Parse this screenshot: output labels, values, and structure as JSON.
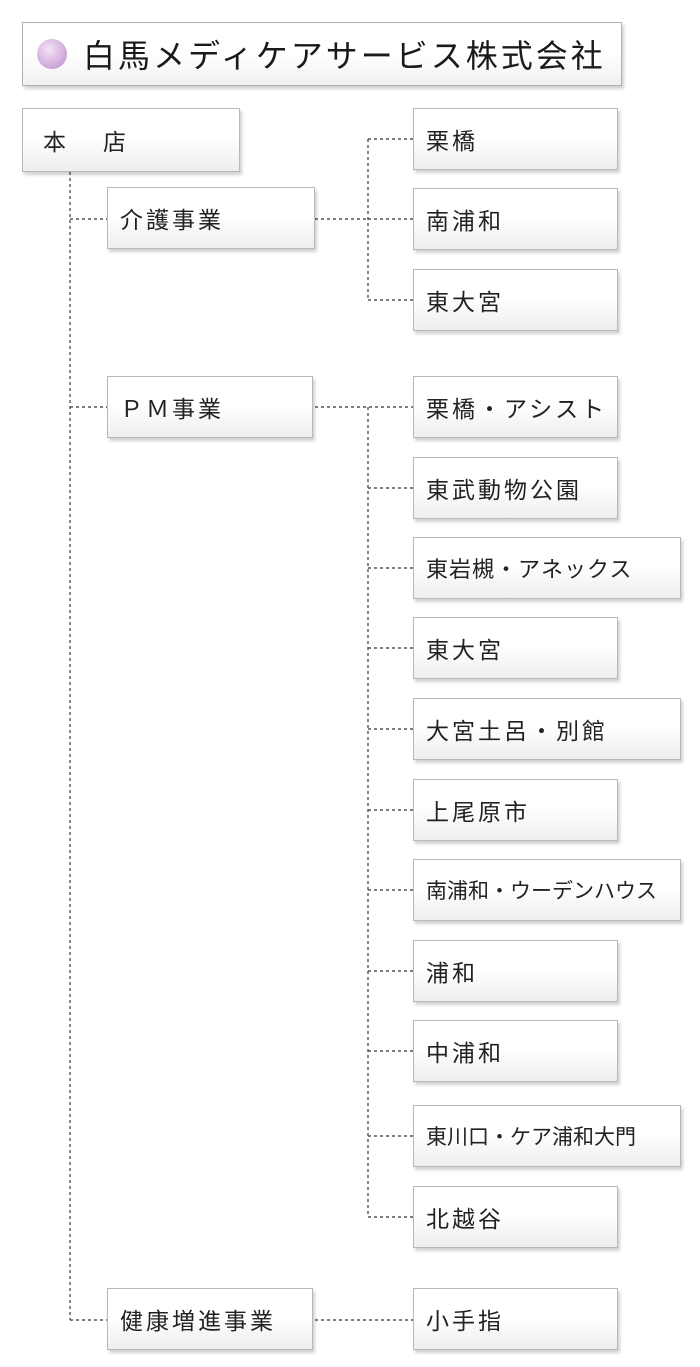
{
  "company": {
    "name": "白馬メディケアサービス株式会社",
    "bullet_color": "#cfa8d9"
  },
  "hq": {
    "first": "本",
    "second": "店"
  },
  "divisions": {
    "kaigo": {
      "label": "介護事業",
      "branches": [
        "栗橋",
        "南浦和",
        "東大宮"
      ]
    },
    "pm": {
      "label": "ＰＭ事業",
      "branches": [
        "栗橋・アシスト",
        "東武動物公園",
        "東岩槻・アネックス",
        "東大宮",
        "大宮土呂・別館",
        "上尾原市",
        "南浦和・ウーデンハウス",
        "浦和",
        "中浦和",
        "東川口・ケア浦和大門",
        "北越谷"
      ]
    },
    "kenko": {
      "label": "健康増進事業",
      "branches": [
        "小手指"
      ]
    }
  }
}
